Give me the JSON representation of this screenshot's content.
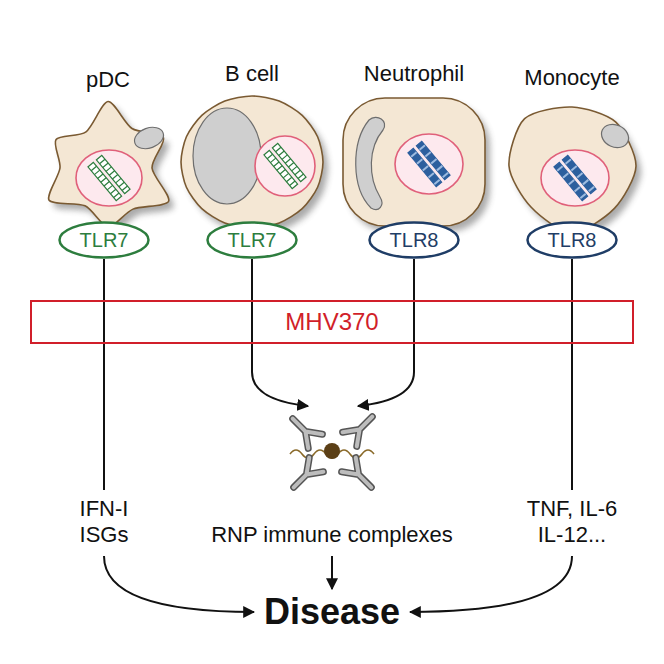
{
  "diagram": {
    "nodes": [
      {
        "text": [
          "pDC"
        ]
      },
      {
        "text": [
          "B cell"
        ]
      },
      {
        "text": [
          "Neutrophil"
        ]
      },
      {
        "text": [
          "Monocyte"
        ]
      },
      {
        "text": [
          "TLR7"
        ]
      },
      {
        "text": [
          "TLR7"
        ]
      },
      {
        "text": [
          "TLR8"
        ]
      },
      {
        "text": [
          "TLR8"
        ]
      },
      {
        "text": [
          "MHV370"
        ]
      }
    ],
    "edges": [
      {
        "from": 4,
        "to": 8,
        "arrow": "none"
      },
      {
        "from": 5,
        "to": 8,
        "arrow": "none"
      },
      {
        "from": 6,
        "to": 8,
        "arrow": "none"
      },
      {
        "from": 7,
        "to": 8,
        "arrow": "none"
      }
    ],
    "labels": [
      "IFN-I ISGs",
      "RNP immune complexes",
      "TNF, IL-6 IL-12...",
      "Disease"
    ]
  }
}
